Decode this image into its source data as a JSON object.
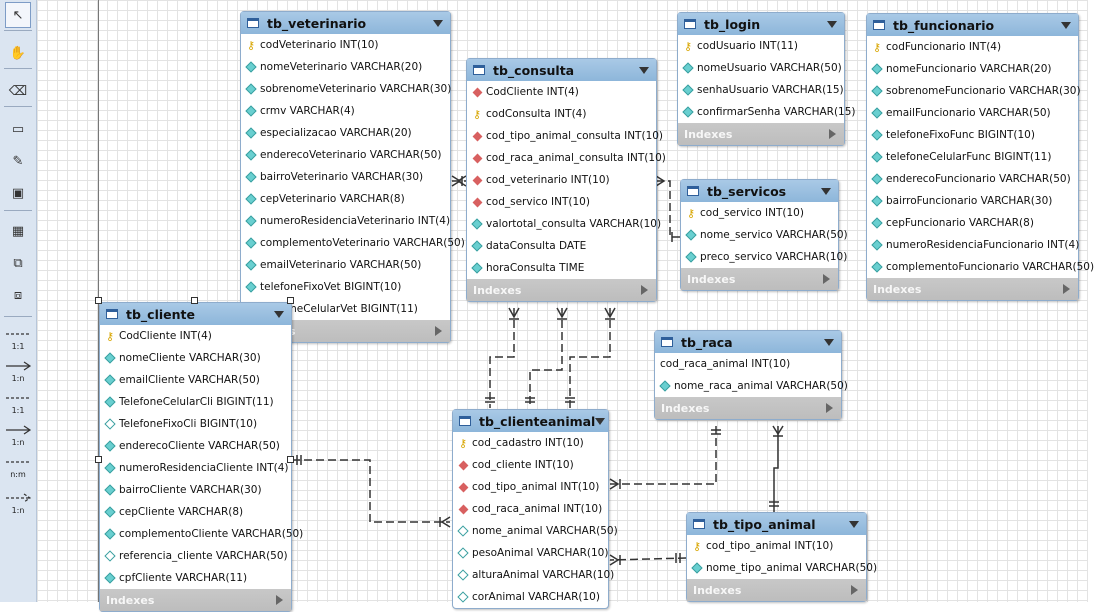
{
  "toolbar": {
    "tools": [
      {
        "name": "pointer-tool",
        "glyph": "↖"
      },
      {
        "name": "hand-tool",
        "glyph": "✋"
      },
      {
        "name": "eraser-tool",
        "glyph": "⌫"
      },
      {
        "name": "layer-tool",
        "glyph": "▭"
      },
      {
        "name": "note-tool",
        "glyph": "✎"
      },
      {
        "name": "image-tool",
        "glyph": "▣"
      },
      {
        "name": "table-tool",
        "glyph": "▦"
      },
      {
        "name": "view-tool",
        "glyph": "⧉"
      },
      {
        "name": "routine-group-tool",
        "glyph": "⧈"
      }
    ],
    "relationship_tools": [
      {
        "name": "rel-1-1-non-identifying",
        "label": "1:1"
      },
      {
        "name": "rel-1-n-non-identifying",
        "label": "1:n"
      },
      {
        "name": "rel-1-1-identifying",
        "label": "1:1"
      },
      {
        "name": "rel-1-n-identifying",
        "label": "1:n"
      },
      {
        "name": "rel-n-m-identifying",
        "label": "n:m"
      },
      {
        "name": "rel-1-n-existing-columns",
        "label": "1:n"
      }
    ]
  },
  "indexes_label": "Indexes",
  "tables": [
    {
      "key": "tb_veterinario",
      "name": "tb_veterinario",
      "columns": [
        {
          "mark": "pk",
          "text": "codVeterinario INT(10)"
        },
        {
          "mark": "attr",
          "text": "nomeVeterinario VARCHAR(20)"
        },
        {
          "mark": "attr",
          "text": "sobrenomeVeterinario VARCHAR(30)"
        },
        {
          "mark": "attr",
          "text": "crmv VARCHAR(4)"
        },
        {
          "mark": "attr",
          "text": "especializacao VARCHAR(20)"
        },
        {
          "mark": "attr",
          "text": "enderecoVeterinario VARCHAR(50)"
        },
        {
          "mark": "attr",
          "text": "bairroVeterinario VARCHAR(30)"
        },
        {
          "mark": "attr",
          "text": "cepVeterinario VARCHAR(8)"
        },
        {
          "mark": "attr",
          "text": "numeroResidenciaVeterinario INT(4)"
        },
        {
          "mark": "attr",
          "text": "complementoVeterinario VARCHAR(50)"
        },
        {
          "mark": "attr",
          "text": "emailVeterinario VARCHAR(50)"
        },
        {
          "mark": "attr",
          "text": "telefoneFixoVet BIGINT(10)"
        },
        {
          "mark": "attr",
          "text": "telefoneCelularVet BIGINT(11)"
        }
      ]
    },
    {
      "key": "tb_consulta",
      "name": "tb_consulta",
      "columns": [
        {
          "mark": "fk",
          "text": "CodCliente INT(4)"
        },
        {
          "mark": "pk",
          "text": "codConsulta INT(4)"
        },
        {
          "mark": "fk",
          "text": "cod_tipo_animal_consulta INT(10)"
        },
        {
          "mark": "fk",
          "text": "cod_raca_animal_consulta INT(10)"
        },
        {
          "mark": "fk",
          "text": "cod_veterinario INT(10)"
        },
        {
          "mark": "fk",
          "text": "cod_servico INT(10)"
        },
        {
          "mark": "attr",
          "text": "valortotal_consulta VARCHAR(10)"
        },
        {
          "mark": "attr",
          "text": "dataConsulta DATE"
        },
        {
          "mark": "attr",
          "text": "horaConsulta TIME"
        }
      ]
    },
    {
      "key": "tb_login",
      "name": "tb_login",
      "columns": [
        {
          "mark": "pk",
          "text": "codUsuario INT(11)"
        },
        {
          "mark": "attr",
          "text": "nomeUsuario VARCHAR(50)"
        },
        {
          "mark": "attr",
          "text": "senhaUsuario VARCHAR(15)"
        },
        {
          "mark": "attr",
          "text": "confirmarSenha VARCHAR(15)"
        }
      ]
    },
    {
      "key": "tb_servicos",
      "name": "tb_servicos",
      "columns": [
        {
          "mark": "pk",
          "text": "cod_servico INT(10)"
        },
        {
          "mark": "attr",
          "text": "nome_servico VARCHAR(50)"
        },
        {
          "mark": "attr",
          "text": "preco_servico VARCHAR(10)"
        }
      ]
    },
    {
      "key": "tb_funcionario",
      "name": "tb_funcionario",
      "columns": [
        {
          "mark": "pk",
          "text": "codFuncionario INT(4)"
        },
        {
          "mark": "attr",
          "text": "nomeFuncionario VARCHAR(20)"
        },
        {
          "mark": "attr",
          "text": "sobrenomeFuncionario VARCHAR(30)"
        },
        {
          "mark": "attr",
          "text": "emailFuncionario VARCHAR(50)"
        },
        {
          "mark": "attr",
          "text": "telefoneFixoFunc BIGINT(10)"
        },
        {
          "mark": "attr",
          "text": "telefoneCelularFunc BIGINT(11)"
        },
        {
          "mark": "attr",
          "text": "enderecoFuncionario VARCHAR(50)"
        },
        {
          "mark": "attr",
          "text": "bairroFuncionario VARCHAR(30)"
        },
        {
          "mark": "attr",
          "text": "cepFuncionario VARCHAR(8)"
        },
        {
          "mark": "attr",
          "text": "numeroResidenciaFuncionario INT(4)"
        },
        {
          "mark": "attr",
          "text": "complementoFuncionario VARCHAR(50)"
        }
      ]
    },
    {
      "key": "tb_cliente",
      "name": "tb_cliente",
      "columns": [
        {
          "mark": "pk",
          "text": "CodCliente INT(4)"
        },
        {
          "mark": "attr",
          "text": "nomeCliente VARCHAR(30)"
        },
        {
          "mark": "attr",
          "text": "emailCliente VARCHAR(50)"
        },
        {
          "mark": "attr",
          "text": "TelefoneCelularCli BIGINT(11)"
        },
        {
          "mark": "nn",
          "text": "TelefoneFixoCli BIGINT(10)"
        },
        {
          "mark": "attr",
          "text": "enderecoCliente VARCHAR(50)"
        },
        {
          "mark": "attr",
          "text": "numeroResidenciaCliente INT(4)"
        },
        {
          "mark": "attr",
          "text": "bairroCliente VARCHAR(30)"
        },
        {
          "mark": "attr",
          "text": "cepCliente VARCHAR(8)"
        },
        {
          "mark": "attr",
          "text": "complementoCliente VARCHAR(50)"
        },
        {
          "mark": "nn",
          "text": "referencia_cliente VARCHAR(50)"
        },
        {
          "mark": "attr",
          "text": "cpfCliente VARCHAR(11)"
        }
      ]
    },
    {
      "key": "tb_raca",
      "name": "tb_raca",
      "columns": [
        {
          "mark": "none",
          "text": "cod_raca_animal INT(10)"
        },
        {
          "mark": "attr",
          "text": "nome_raca_animal VARCHAR(50)"
        }
      ]
    },
    {
      "key": "tb_clienteanimal",
      "name": "tb_clienteanimal",
      "columns": [
        {
          "mark": "pk",
          "text": "cod_cadastro INT(10)"
        },
        {
          "mark": "fk",
          "text": "cod_cliente INT(10)"
        },
        {
          "mark": "fk",
          "text": "cod_tipo_animal INT(10)"
        },
        {
          "mark": "fk",
          "text": "cod_raca_animal INT(10)"
        },
        {
          "mark": "nn",
          "text": "nome_animal VARCHAR(50)"
        },
        {
          "mark": "nn",
          "text": "pesoAnimal VARCHAR(10)"
        },
        {
          "mark": "nn",
          "text": "alturaAnimal VARCHAR(10)"
        },
        {
          "mark": "nn",
          "text": "corAnimal VARCHAR(10)"
        }
      ]
    },
    {
      "key": "tb_tipo_animal",
      "name": "tb_tipo_animal",
      "columns": [
        {
          "mark": "pk",
          "text": "cod_tipo_animal INT(10)"
        },
        {
          "mark": "attr",
          "text": "nome_tipo_animal VARCHAR(50)"
        }
      ]
    }
  ]
}
